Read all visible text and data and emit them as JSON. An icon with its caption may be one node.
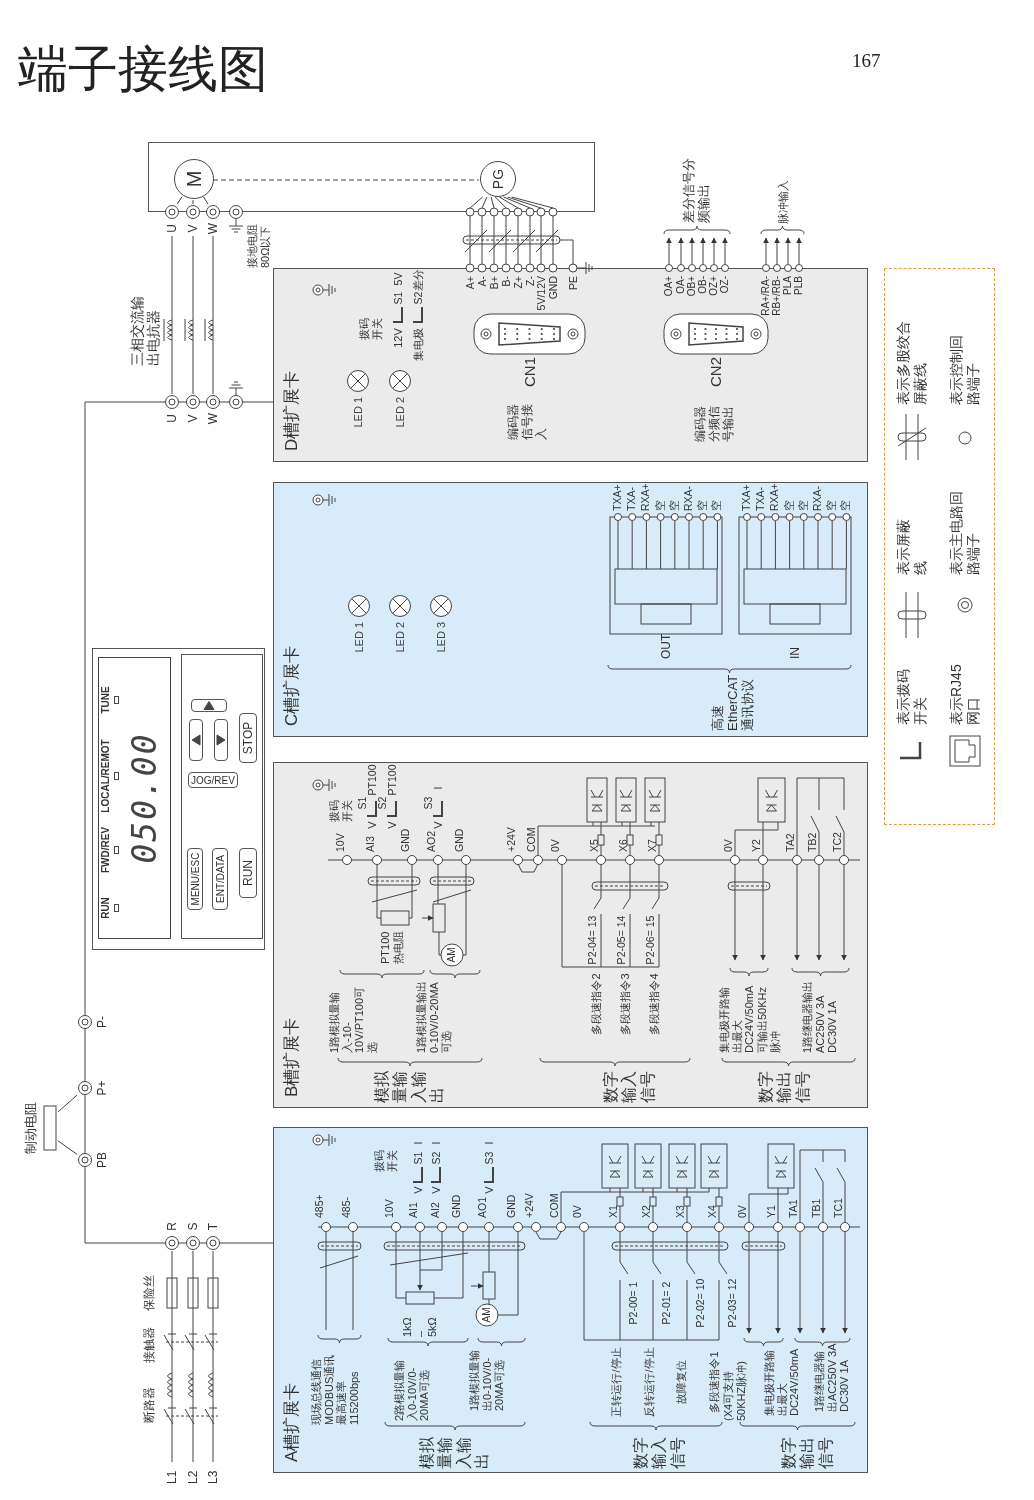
{
  "diagram": {
    "title": "端子接线图",
    "nodes": [
      {
        "text": [],
        "shape": "box"
      },
      {
        "text": [
          "M"
        ],
        "in": 0
      },
      {
        "text": [
          "PG"
        ],
        "in": 0
      },
      {
        "text": [
          "U"
        ]
      },
      {
        "text": [
          "V"
        ]
      },
      {
        "text": [
          "W"
        ]
      },
      {
        "text": [],
        "shape": "circle",
        "beside": [
          "接地电阻80Ω以下"
        ]
      },
      {
        "text": [
          "U"
        ]
      },
      {
        "text": [
          "V"
        ]
      },
      {
        "text": [
          "W"
        ]
      },
      {
        "text": [],
        "shape": "circle"
      },
      {
        "text": [
          "D槽扩展卡"
        ]
      },
      {
        "text": [
          "LED 1"
        ],
        "in": 11
      },
      {
        "text": [
          "LED 2"
        ],
        "in": 11
      },
      {
        "text": [
          "CN1"
        ],
        "in": 11
      },
      {
        "text": [
          "CN2"
        ],
        "in": 11
      },
      {
        "text": [
          "C槽扩展卡"
        ]
      },
      {
        "text": [
          "LED 1"
        ],
        "in": 16
      },
      {
        "text": [
          "LED 2"
        ],
        "in": 16
      },
      {
        "text": [
          "LED 3"
        ],
        "in": 16
      },
      {
        "text": [
          "OUT"
        ],
        "in": 16
      },
      {
        "text": [
          "IN"
        ],
        "in": 16
      },
      {
        "text": [],
        "shape": "box"
      },
      {
        "text": [
          "RUN",
          "FWD/REV",
          "LOCAL/REMOT",
          "TUNE",
          "050.00"
        ],
        "in": 22
      },
      {
        "text": [],
        "shape": "box",
        "in": 22
      },
      {
        "text": [
          "MENU/ESC"
        ],
        "in": 24
      },
      {
        "text": [],
        "shape": "box",
        "in": 24
      },
      {
        "text": [],
        "shape": "box",
        "in": 24
      },
      {
        "text": [
          "ENT/DATA"
        ],
        "in": 24
      },
      {
        "text": [
          "JOG/REV"
        ],
        "in": 24
      },
      {
        "text": [],
        "shape": "box",
        "in": 24
      },
      {
        "text": [
          "RUN"
        ],
        "in": 24
      },
      {
        "text": [
          "STOP"
        ],
        "in": 24
      },
      {
        "text": [
          "B槽扩展卡"
        ]
      },
      {
        "text": [
          "A槽扩展卡"
        ]
      },
      {
        "text": [
          "P-"
        ]
      },
      {
        "text": [
          "P+"
        ]
      },
      {
        "text": [
          "PB"
        ]
      },
      {
        "text": [
          "制动电阻"
        ]
      },
      {
        "text": [
          "R"
        ]
      },
      {
        "text": [
          "S"
        ]
      },
      {
        "text": [
          "T"
        ]
      },
      {
        "text": [
          "L1"
        ]
      },
      {
        "text": [
          "L2"
        ]
      },
      {
        "text": [
          "L3"
        ]
      }
    ],
    "edges": [
      {
        "from": 1,
        "to": 3,
        "arrow": "none"
      },
      {
        "from": 1,
        "to": 4,
        "arrow": "none"
      },
      {
        "from": 1,
        "to": 5,
        "arrow": "none"
      },
      {
        "from": 1,
        "to": 2,
        "arrow": "none",
        "style": "dashed"
      },
      {
        "from": 3,
        "to": 7,
        "arrow": "none"
      },
      {
        "from": 4,
        "to": 8,
        "arrow": "none"
      },
      {
        "from": 5,
        "to": 9,
        "arrow": "none"
      },
      {
        "from": 38,
        "to": 36,
        "arrow": "none"
      },
      {
        "from": 38,
        "to": 37,
        "arrow": "none"
      },
      {
        "from": 39,
        "to": 42,
        "arrow": "none"
      },
      {
        "from": 40,
        "to": 43,
        "arrow": "none"
      },
      {
        "from": 41,
        "to": 44,
        "arrow": "none"
      }
    ],
    "labels": [
      "167",
      "三相交流输出电抗器",
      "A+",
      "A-",
      "B+",
      "B-",
      "Z+",
      "Z-",
      "5V/12V",
      "GND",
      "PE",
      "拨码开关",
      "12V",
      "S1",
      "5V",
      "集电极",
      "S2",
      "差分",
      "OA+",
      "OA-",
      "OB+",
      "OB-",
      "OZ+",
      "OZ-",
      "差分信号分频输出",
      "RA+/RA-",
      "RB+/RB-",
      "PLA",
      "PLB",
      "脉冲输入",
      "TXA+",
      "TXA-",
      "RXA+",
      "空",
      "空",
      "RXA-",
      "空",
      "空",
      "TXA+",
      "TXA-",
      "RXA+",
      "空",
      "空",
      "RXA-",
      "空",
      "空",
      "高速EtherCAT通讯协议",
      "拨码开关",
      "V",
      "S1",
      "PT100",
      "V",
      "S2",
      "PT100",
      "V",
      "S3",
      "I",
      "10V",
      "AI3",
      "GND",
      "AO2",
      "GND",
      "+24V",
      "COM",
      "0V",
      "X5",
      "X6",
      "X7",
      "0V",
      "Y2",
      "TA2",
      "TB2",
      "TC2",
      "PT100热电阻",
      "1路模拟量输入-10-10V/PT100可选",
      "1路模拟量输出0-10V/0-20MA可选",
      "模拟量输入输出",
      "P2-04= 13",
      "P2-05= 14",
      "P2-06= 15",
      "多段速指令2",
      "多段速指令3",
      "多段速指令4",
      "数字输入信号",
      "集电极开路输出最大DC24V/50mA可输出50KHz脉冲",
      "1路继电器输出AC250V 3A DC30V 1A",
      "数字输出信号",
      "拨码开关",
      "V",
      "S1",
      "I",
      "V",
      "S2",
      "I",
      "V",
      "S3",
      "I",
      "485+",
      "485-",
      "10V",
      "AI1",
      "AI2",
      "GND",
      "AO1",
      "GND",
      "+24V",
      "COM",
      "0V",
      "X1",
      "X2",
      "X3",
      "X4",
      "0V",
      "Y1",
      "TA1",
      "TB1",
      "TC1",
      "1kΩ – 5kΩ",
      "现场总线通信MODBUS通讯最高速率115200bps",
      "2路模拟量输入0-10V/0-20MA可选",
      "1路模拟量输出0-10V/0-20MA可选",
      "模拟量输入输出",
      "P2-00= 1",
      "P2-01= 2",
      "P2-02= 10",
      "P2-03= 12",
      "正转运行/停止",
      "反转运行/停止",
      "故障复位",
      "多段速指令1",
      "(X4可支持50KHZ脉冲)",
      "数字输入信号",
      "集电极开路输出最大DC24V/50mA",
      "1路继电器输出AC250V 3A DC30V 1A",
      "数字输出信号",
      "保险丝",
      "接触器",
      "断路器",
      "编码器信号接入",
      "编码器分频信号输出",
      "AM",
      "AM"
    ],
    "legend": [
      {
        "text": "表示拨码开关"
      },
      {
        "text": "表示屏蔽线"
      },
      {
        "text": "表示多股绞合屏蔽线"
      },
      {
        "text": "表示RJ45网口"
      },
      {
        "text": "表示主电路回路端子"
      },
      {
        "text": "表示控制回路端子"
      }
    ]
  }
}
